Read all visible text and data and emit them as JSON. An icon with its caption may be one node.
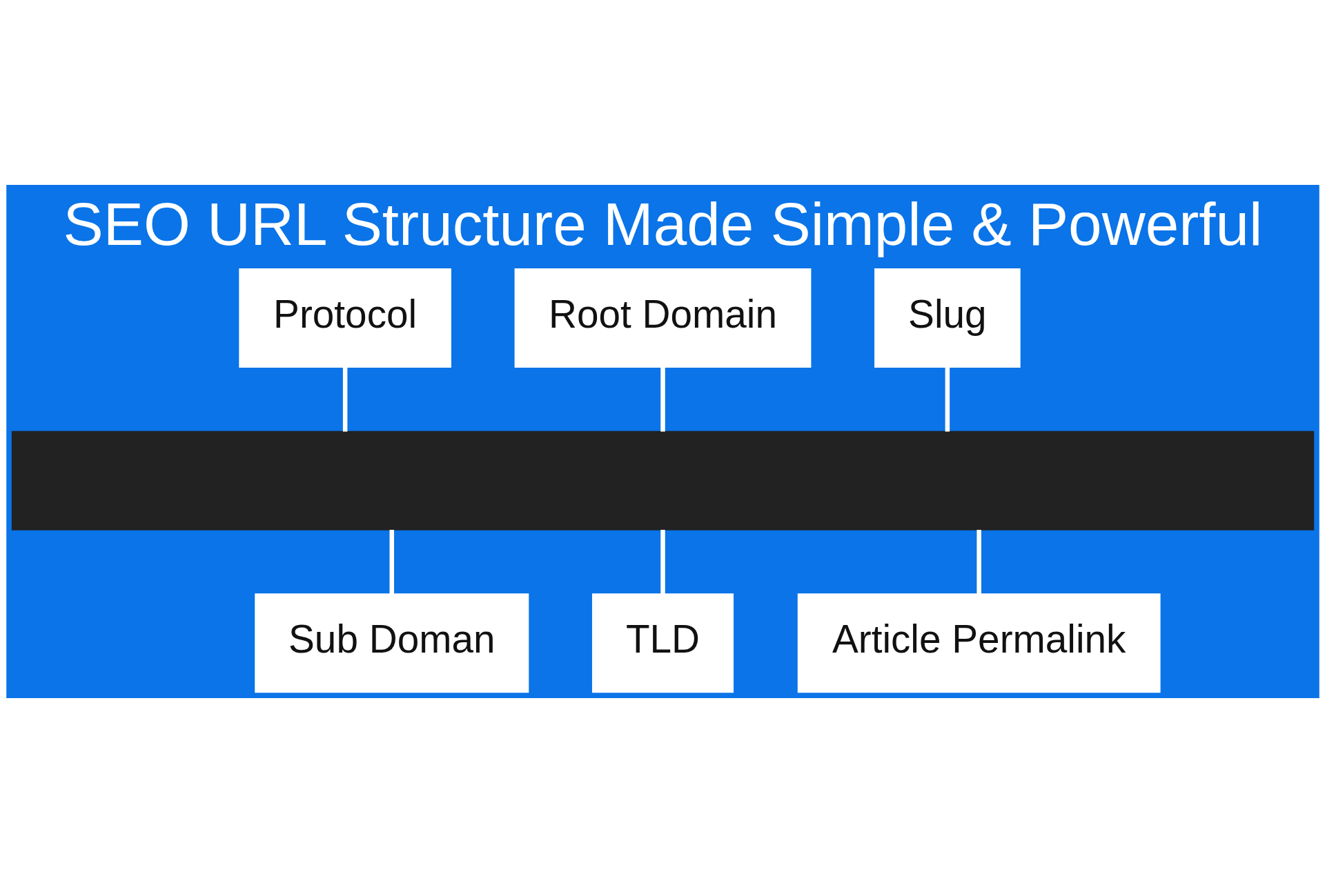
{
  "diagram": {
    "title": "SEO URL Structure Made Simple & Powerful",
    "nodes": [
      {
        "text": [
          "Protocol"
        ]
      },
      {
        "text": [
          "Root Domain"
        ]
      },
      {
        "text": [
          "Slug"
        ]
      },
      {
        "text": [],
        "shape": "bar"
      },
      {
        "text": [
          "Sub Doman"
        ]
      },
      {
        "text": [
          "TLD"
        ]
      },
      {
        "text": [
          "Article Permalink"
        ]
      }
    ],
    "edges": [
      {
        "from": 0,
        "to": 3,
        "arrow": "none"
      },
      {
        "from": 1,
        "to": 3,
        "arrow": "none"
      },
      {
        "from": 2,
        "to": 3,
        "arrow": "none"
      },
      {
        "from": 3,
        "to": 4,
        "arrow": "none"
      },
      {
        "from": 3,
        "to": 5,
        "arrow": "none"
      },
      {
        "from": 3,
        "to": 6,
        "arrow": "none"
      }
    ]
  }
}
